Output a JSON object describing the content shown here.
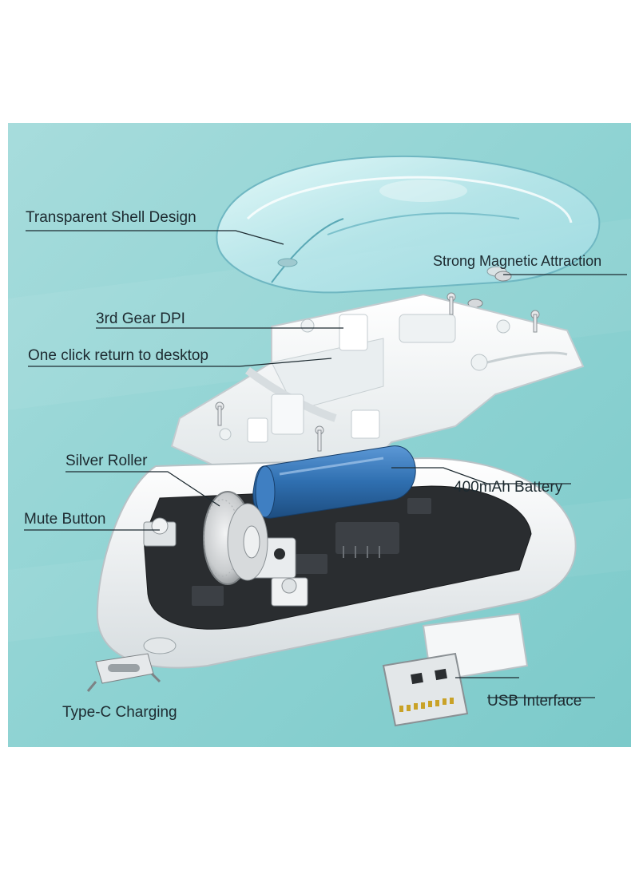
{
  "labels": {
    "transparent_shell": "Transparent Shell Design",
    "magnetic": "Strong Magnetic Attraction",
    "dpi": "3rd Gear DPI",
    "desktop": "One click return to desktop",
    "roller": "Silver Roller",
    "battery": "400mAh Battery",
    "mute": "Mute Button",
    "usb": "USB Interface",
    "typec": "Type-C Charging"
  },
  "colors": {
    "background_teal": "#8fd3d3",
    "shell_white": "#f4f6f6",
    "battery_blue": "#2f6fb0",
    "pcb_dark": "#2a2d30",
    "roller_silver": "#c9ccce"
  }
}
